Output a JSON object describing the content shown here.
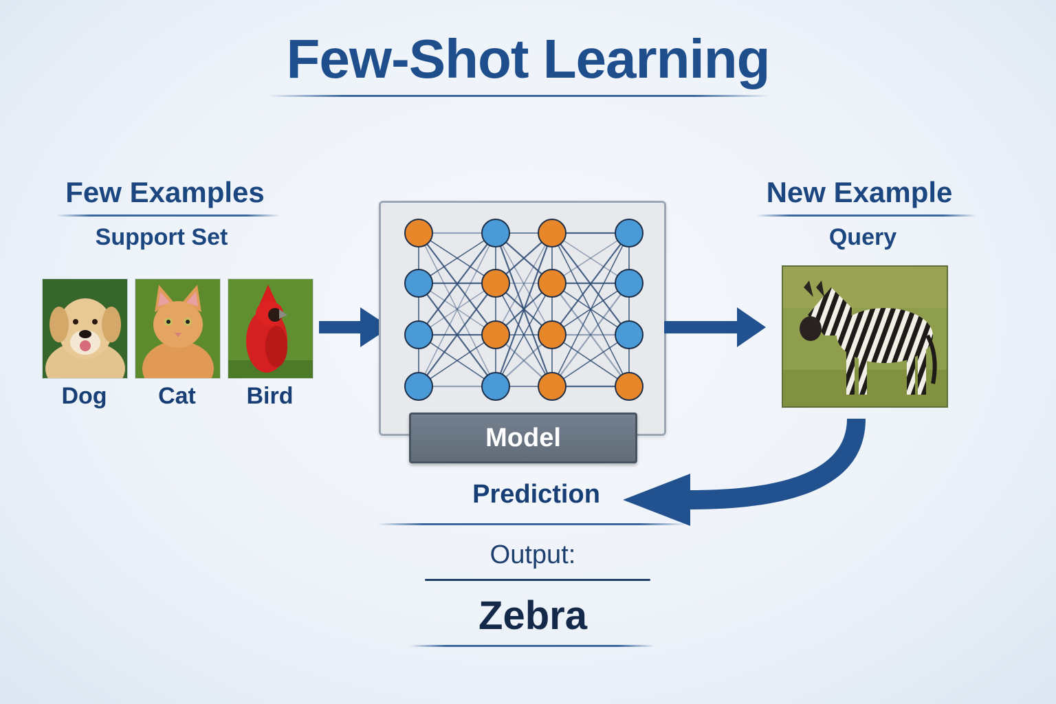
{
  "title": "Few-Shot Learning",
  "support": {
    "heading": "Few Examples",
    "subheading": "Support Set",
    "items": [
      {
        "label": "Dog",
        "image": "dog-photo"
      },
      {
        "label": "Cat",
        "image": "cat-photo"
      },
      {
        "label": "Bird",
        "image": "cardinal-photo"
      }
    ]
  },
  "model": {
    "label": "Model",
    "network": {
      "layers": [
        [
          "orange",
          "blue",
          "blue",
          "blue"
        ],
        [
          "blue",
          "orange",
          "orange",
          "blue"
        ],
        [
          "orange",
          "orange",
          "orange",
          "orange"
        ],
        [
          "blue",
          "blue",
          "blue",
          "orange"
        ]
      ],
      "colors": {
        "orange": "#e8862a",
        "blue": "#4a9ad8",
        "edge": "#2c4a72"
      }
    }
  },
  "query": {
    "heading": "New Example",
    "subheading": "Query",
    "image": "zebra-photo"
  },
  "prediction": {
    "label": "Prediction",
    "output_label": "Output:",
    "output_value": "Zebra"
  },
  "colors": {
    "accent": "#1f4e8c",
    "arrow": "#22518f"
  }
}
